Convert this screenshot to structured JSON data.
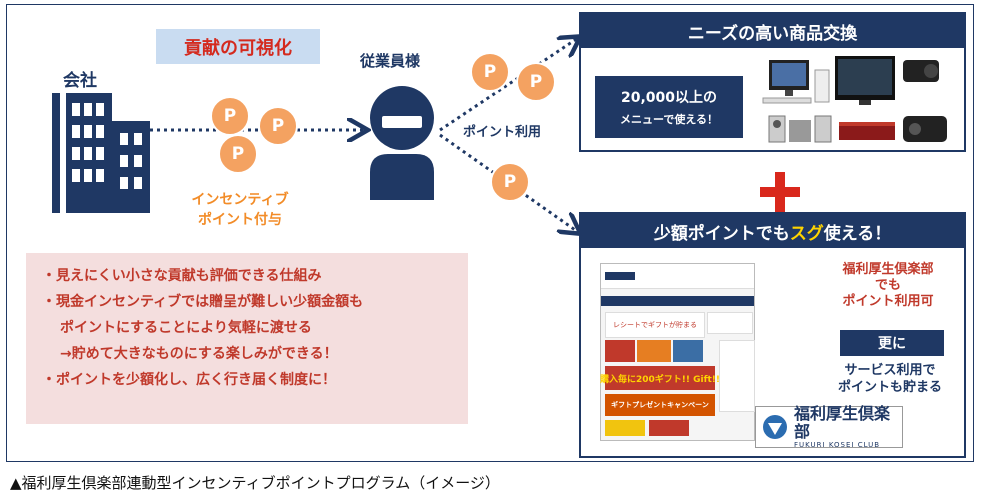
{
  "title": "貢献の可視化",
  "company_label": "会社",
  "employee_label": "従業員様",
  "coin_letter": "P",
  "incentive_label": [
    "インセンティブ",
    "ポイント付与"
  ],
  "point_use_label": "ポイント利用",
  "merits": [
    "・見えにくい小さな貢献も評価できる仕組み",
    "・現金インセンティブでは贈呈が難しい少額金額も",
    "ポイントにすることにより気軽に渡せる",
    "→貯めて大きなものにする楽しみができる！",
    "・ポイントを少額化し、広く行き届く制度に！"
  ],
  "panel_top": {
    "title": "ニーズの高い商品交換",
    "menu_line1": "20,000以上の",
    "menu_line2": "メニューで使える！"
  },
  "panel_bottom": {
    "title_pre": "少額ポイントでも",
    "title_highlight": "スグ",
    "title_post": "使える！",
    "site_banner1": "レシートでギフトが貯まる",
    "site_banner2": "購入毎に200ギフト!! Gift!!",
    "site_banner3": "ギフトプレゼントキャンペーン",
    "logo_main": "福利厚生倶楽部",
    "logo_sub": "FUKURI KOSEI CLUB",
    "note_lines": [
      "福利厚生倶楽部",
      "でも",
      "ポイント利用可"
    ],
    "further": "更に",
    "note2_lines": [
      "サービス利用で",
      "ポイントも貯まる"
    ]
  },
  "caption": "▲福利厚生倶楽部連動型インセンティブポイントプログラム（イメージ）",
  "colors": {
    "navy": "#1f3864",
    "orange": "#f4a261",
    "red": "#d9281c",
    "pink_bg": "#f4dede",
    "light_blue": "#c9dcf1"
  }
}
